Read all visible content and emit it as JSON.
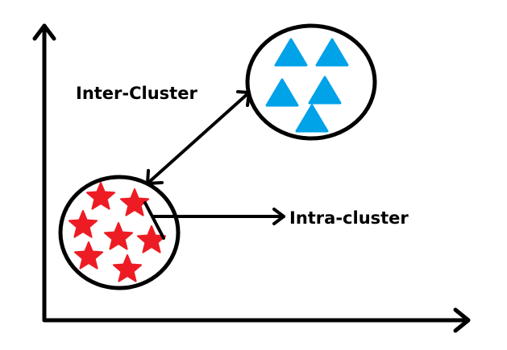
{
  "diagram": {
    "title": "",
    "labels": {
      "inter_cluster": "Inter-Cluster",
      "intra_cluster": "Intra-cluster"
    },
    "clusters": [
      {
        "name": "triangle-cluster",
        "marker": "triangle",
        "count": 5,
        "color": "#00A2E8"
      },
      {
        "name": "star-cluster",
        "marker": "star",
        "count": 7,
        "color": "#ED1C24"
      }
    ],
    "axes": {
      "x": "",
      "y": ""
    },
    "colors": {
      "stroke": "#000000",
      "background": "#FFFFFF"
    }
  }
}
